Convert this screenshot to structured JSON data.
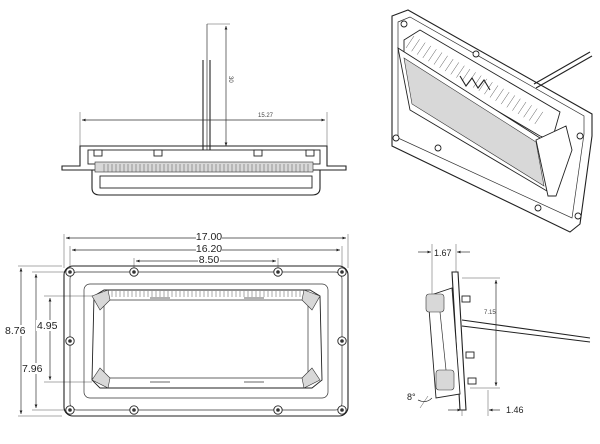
{
  "front_view": {
    "dim_overall_width": "17.00",
    "dim_flange_hole_spacing": "16.20",
    "dim_inner_hole_spacing": "8.50",
    "dim_overall_height": "8.76",
    "dim_flange_hole_height": "7.96",
    "dim_inner_height": "4.95"
  },
  "top_view": {
    "dim_width": "15.27",
    "dim_cable_length": "30"
  },
  "side_view": {
    "dim_flange_depth": "1.67",
    "dim_height": "7.15",
    "dim_angle": "8°",
    "dim_base_depth": "1.46"
  }
}
